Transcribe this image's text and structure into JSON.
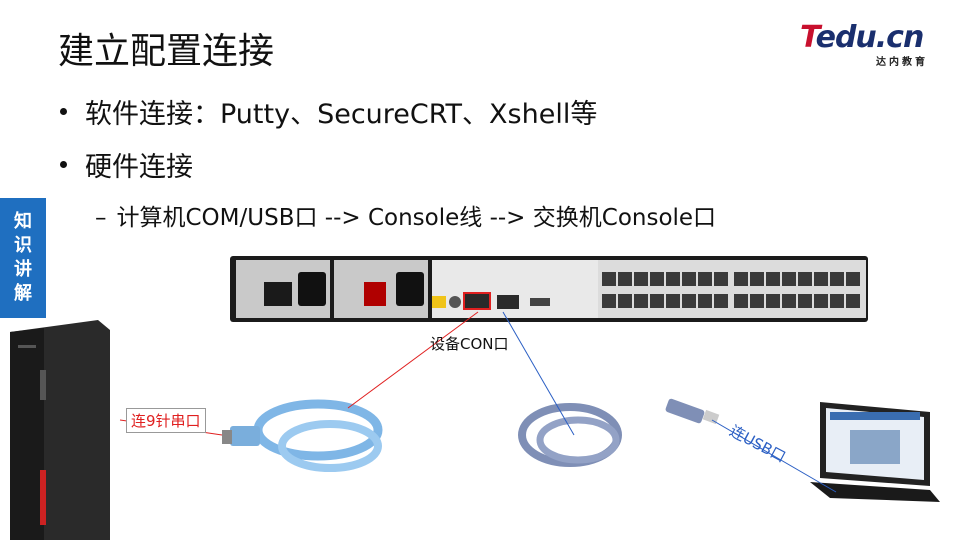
{
  "title": "建立配置连接",
  "logo": {
    "main_t": "T",
    "main_rest": "edu.cn",
    "sub": "达内教育"
  },
  "side_tab": [
    "知",
    "识",
    "讲",
    "解"
  ],
  "bullets": [
    "软件连接：Putty、SecureCRT、Xshell等",
    "硬件连接"
  ],
  "sub_bullet": {
    "dash": "–",
    "text": "计算机COM/USB口 --> Console线 --> 交换机Console口"
  },
  "labels": {
    "device_port": "设备CON口",
    "serial": "连9针串口",
    "usb": "连USB口"
  },
  "colors": {
    "side_tab": "#1f6fc0",
    "serial_line": "#e02020",
    "usb_line": "#2b5fc4"
  }
}
